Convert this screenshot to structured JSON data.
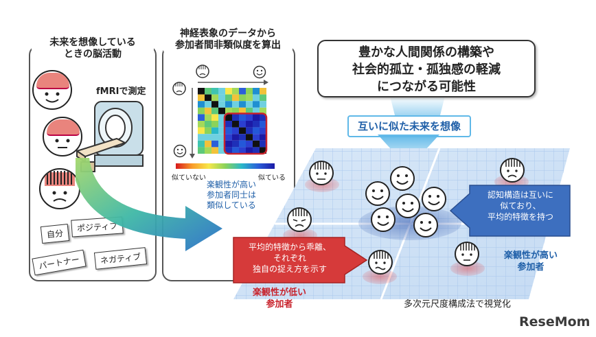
{
  "left_panel": {
    "title_line1": "未来を想像している",
    "title_line2": "ときの脳活動",
    "fmri_label": "fMRIで測定",
    "words": [
      "自分",
      "ポジティブ",
      "パートナー",
      "ネガティブ"
    ]
  },
  "middle_panel": {
    "title_line1": "神経表象のデータから",
    "title_line2": "参加者間非類似度を算出",
    "scale_left": "似ていない",
    "scale_right": "似ている",
    "optimist_note": [
      "楽観性が高い",
      "参加者同士は",
      "類似している"
    ]
  },
  "headline": {
    "lines": [
      "豊かな人間関係の構築や",
      "社会的孤立・孤独感の軽減",
      "につながる可能性"
    ]
  },
  "callout_top": "互いに似た未来を想像",
  "callout_right": [
    "認知構造は互いに",
    "似ており、",
    "平均的特徴を持つ"
  ],
  "high_optimism": [
    "楽観性が高い",
    "参加者"
  ],
  "callout_left": [
    "平均的特徴から乖離、",
    "それぞれ",
    "独自の捉え方を示す"
  ],
  "low_optimism": [
    "楽観性が低い",
    "参加者"
  ],
  "mds_caption": "多次元尺度構成法で視覚化",
  "watermark": "ReseMom",
  "colors": {
    "high_optimism": "#1f5fa8",
    "low_optimism": "#c8232c",
    "callout_blue": "#3d6fbf",
    "callout_red": "#d63a3a"
  }
}
